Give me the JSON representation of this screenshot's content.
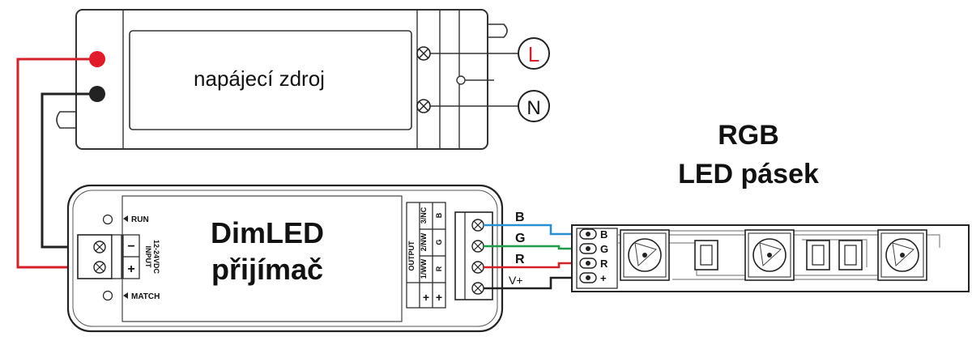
{
  "power_supply": {
    "label": "napájecí zdroj",
    "mains_L": "L",
    "mains_N": "N"
  },
  "receiver": {
    "title_line1": "DimLED",
    "title_line2": "přijímač",
    "run_label": "RUN",
    "match_label": "MATCH",
    "input_label": "INPUT",
    "input_voltage": "12-24VDC",
    "input_minus": "−",
    "input_plus": "+",
    "output_label": "OUTPUT",
    "out_col1_top": "1/WW",
    "out_col2_top": "2/NW",
    "out_col3_top": "3/NC",
    "out_col1_pol": "+",
    "out_col2_pol": "+",
    "out_col2_mid": "G",
    "out_col3_mid": "B",
    "out_r": "R"
  },
  "wires": {
    "b": "B",
    "g": "G",
    "r": "R",
    "vplus": "V+"
  },
  "strip": {
    "title_line1": "RGB",
    "title_line2": "LED pásek",
    "pin_b": "B",
    "pin_g": "G",
    "pin_r": "R",
    "pin_plus": "+"
  },
  "colors": {
    "wire_red": "#d42028",
    "wire_black": "#222222",
    "wire_blue": "#2a8fd0",
    "wire_green": "#1f9a4a",
    "mains_L_text": "#d42028"
  }
}
